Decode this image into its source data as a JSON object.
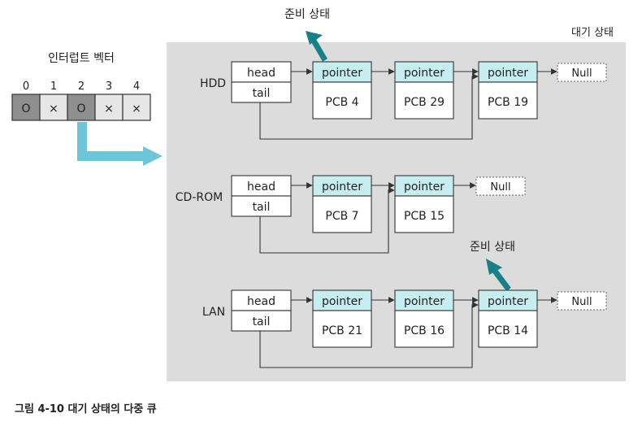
{
  "ready_state_label": "준비 상태",
  "waiting_state_label": "대기 상태",
  "interrupt_vector": {
    "title": "인터럽트 벡터",
    "indices": [
      "0",
      "1",
      "2",
      "3",
      "4"
    ],
    "symbols": [
      "O",
      "×",
      "O",
      "×",
      "×"
    ],
    "active": [
      true,
      false,
      true,
      false,
      false
    ]
  },
  "queues": [
    {
      "device": "HDD",
      "head": "head",
      "tail": "tail",
      "nodes": [
        {
          "pointer": "pointer",
          "pcb": "PCB 4"
        },
        {
          "pointer": "pointer",
          "pcb": "PCB 29"
        },
        {
          "pointer": "pointer",
          "pcb": "PCB 19"
        }
      ],
      "end": "Null"
    },
    {
      "device": "CD-ROM",
      "head": "head",
      "tail": "tail",
      "nodes": [
        {
          "pointer": "pointer",
          "pcb": "PCB 7"
        },
        {
          "pointer": "pointer",
          "pcb": "PCB 15"
        }
      ],
      "end": "Null"
    },
    {
      "device": "LAN",
      "head": "head",
      "tail": "tail",
      "nodes": [
        {
          "pointer": "pointer",
          "pcb": "PCB 21"
        },
        {
          "pointer": "pointer",
          "pcb": "PCB 16"
        },
        {
          "pointer": "pointer",
          "pcb": "PCB 14"
        }
      ],
      "end": "Null"
    }
  ],
  "caption": "그림 4-10 대기 상태의 다중 큐",
  "colors": {
    "arrow_teal": "#19808a",
    "arrow_light_blue": "#6cc5d9",
    "pointer_fill": "#c6eef0"
  }
}
